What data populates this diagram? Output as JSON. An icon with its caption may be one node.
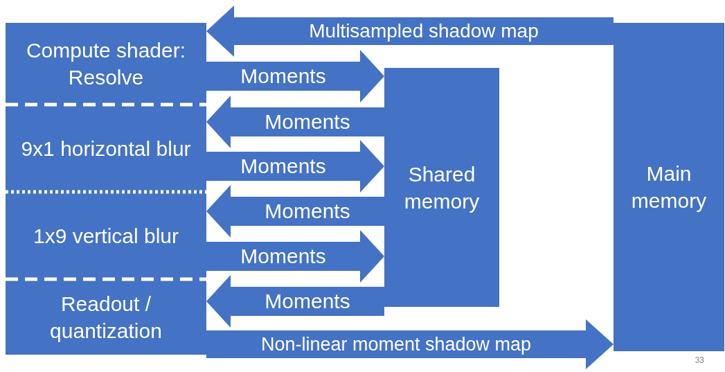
{
  "diagram": {
    "nodes": [
      {
        "text": [
          "Compute shader: Resolve"
        ]
      },
      {
        "text": [
          "9x1 horizontal blur"
        ]
      },
      {
        "text": [
          "1x9 vertical blur"
        ]
      },
      {
        "text": [
          "Readout / quantization"
        ]
      },
      {
        "text": [
          "Shared memory"
        ]
      },
      {
        "text": [
          "Main memory"
        ]
      }
    ],
    "edges": [
      {
        "from": 5,
        "to": 0,
        "arrow": "to",
        "label": "Multisampled shadow map"
      },
      {
        "from": 0,
        "to": 4,
        "arrow": "to",
        "label": "Moments"
      },
      {
        "from": 4,
        "to": 1,
        "arrow": "to",
        "label": "Moments"
      },
      {
        "from": 1,
        "to": 4,
        "arrow": "to",
        "label": "Moments"
      },
      {
        "from": 4,
        "to": 2,
        "arrow": "to",
        "label": "Moments"
      },
      {
        "from": 2,
        "to": 4,
        "arrow": "to",
        "label": "Moments"
      },
      {
        "from": 4,
        "to": 3,
        "arrow": "to",
        "label": "Moments"
      },
      {
        "from": 3,
        "to": 5,
        "arrow": "to",
        "label": "Non-linear moment shadow map"
      }
    ],
    "labels": [
      "33"
    ]
  }
}
